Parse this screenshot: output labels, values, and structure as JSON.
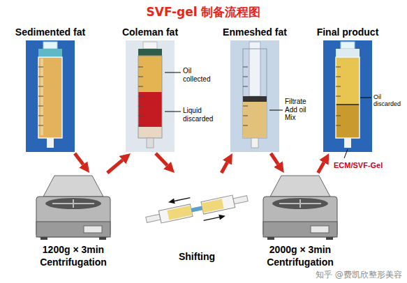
{
  "diagram": {
    "title": "SVF-gel 制备流程图",
    "nodes": [
      {
        "text": [
          "Sedimented fat"
        ]
      },
      {
        "text": [
          "Coleman fat"
        ]
      },
      {
        "text": [
          "Enmeshed fat"
        ]
      },
      {
        "text": [
          "Final product"
        ]
      },
      {
        "text": [
          "1200g × 3min",
          "Centrifugation"
        ]
      },
      {
        "text": [
          "Shifting"
        ]
      },
      {
        "text": [
          "2000g × 3min",
          "Centrifugation"
        ]
      }
    ],
    "edges": [
      {
        "from": 0,
        "to": 4,
        "arrow": "to"
      },
      {
        "from": 4,
        "to": 1,
        "arrow": "to"
      },
      {
        "from": 1,
        "to": 5,
        "arrow": "to"
      },
      {
        "from": 5,
        "to": 2,
        "arrow": "to"
      },
      {
        "from": 2,
        "to": 6,
        "arrow": "to"
      },
      {
        "from": 6,
        "to": 3,
        "arrow": "to"
      }
    ],
    "labels": [
      "Oil collected",
      "Liquid discarded",
      "Filtrate Add oil Mix",
      "Oil discarded",
      "ECM/SVF-Gel",
      "知乎 @费凯欣整形美容"
    ]
  }
}
